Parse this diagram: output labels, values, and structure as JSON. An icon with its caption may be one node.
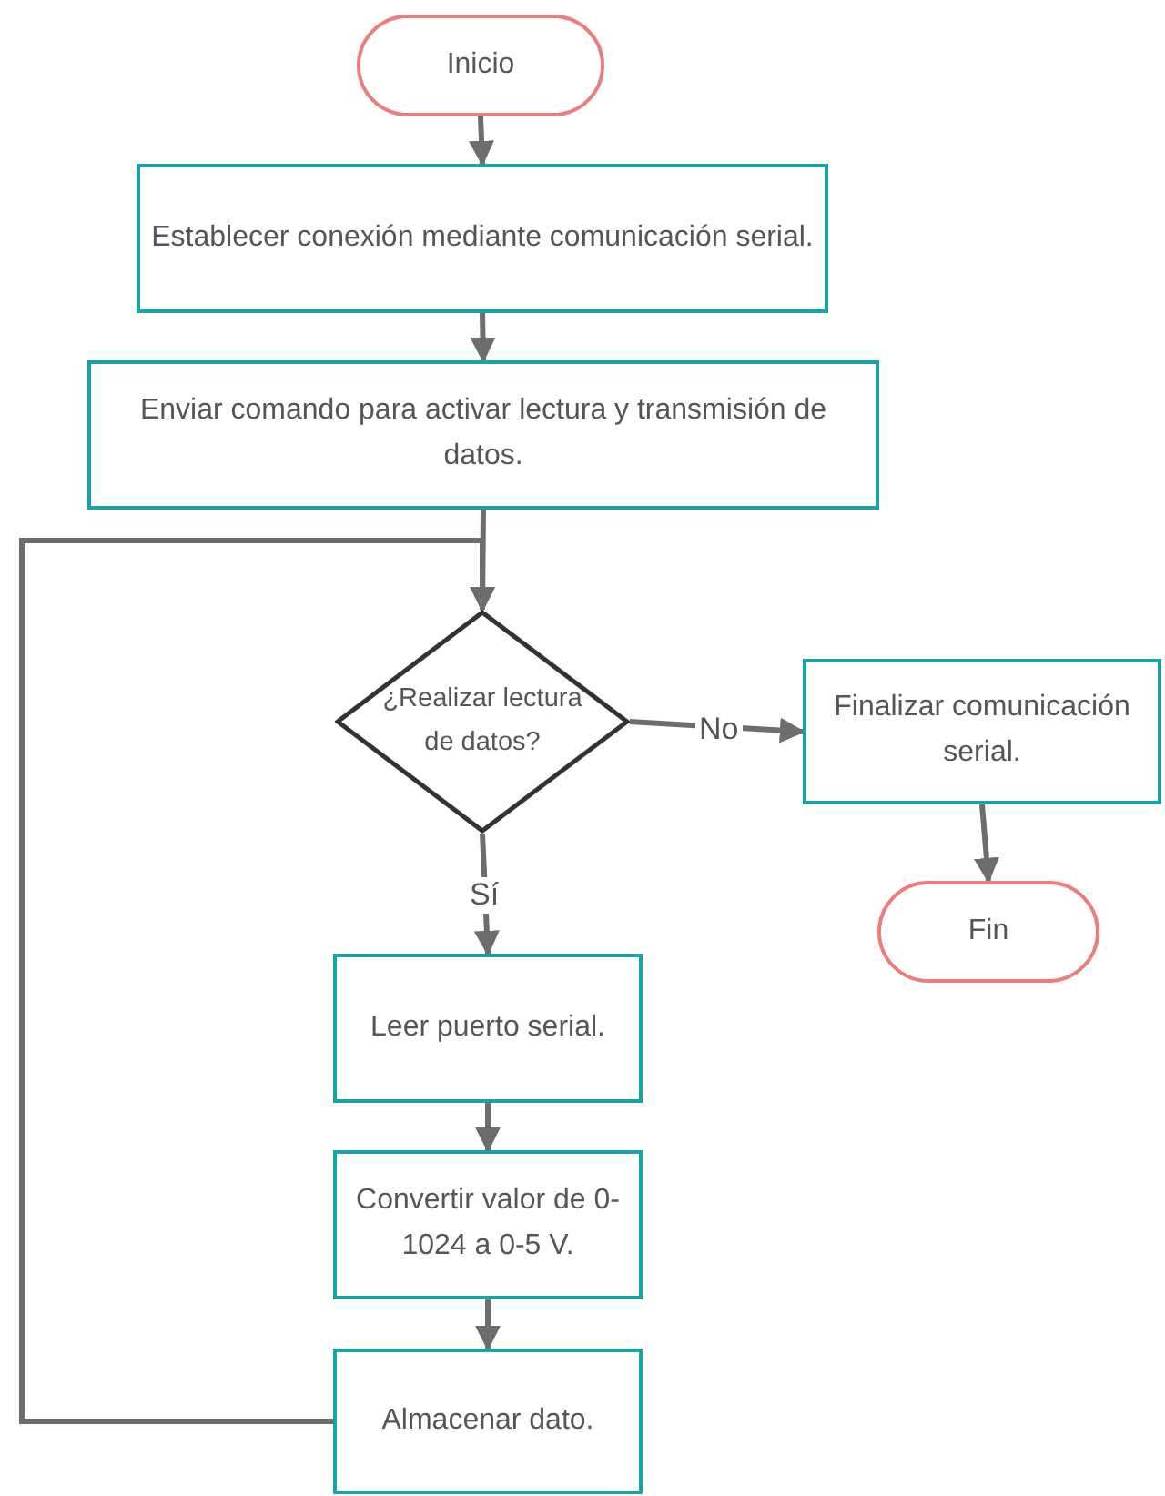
{
  "diagram": {
    "nodes": [
      {
        "text": [
          "Inicio"
        ]
      },
      {
        "text": [
          "Establecer conexión mediante comunicación serial."
        ]
      },
      {
        "text": [
          "Enviar comando para activar lectura y transmisión de datos."
        ]
      },
      {
        "text": [
          "¿Realizar lectura de datos?"
        ]
      },
      {
        "text": [
          "Finalizar comunicación serial."
        ]
      },
      {
        "text": [
          "Fin"
        ]
      },
      {
        "text": [
          "Leer puerto serial."
        ]
      },
      {
        "text": [
          "Convertir valor de 0-1024 a 0-5 V."
        ]
      },
      {
        "text": [
          "Almacenar dato."
        ]
      }
    ],
    "edges": [
      {
        "from": 0,
        "to": 1,
        "arrow": "to"
      },
      {
        "from": 1,
        "to": 2,
        "arrow": "to"
      },
      {
        "from": 2,
        "to": 3,
        "arrow": "to"
      },
      {
        "from": 3,
        "to": 4,
        "arrow": "to",
        "label": "No"
      },
      {
        "from": 4,
        "to": 5,
        "arrow": "to"
      },
      {
        "from": 3,
        "to": 6,
        "arrow": "to",
        "label": "Sí"
      },
      {
        "from": 6,
        "to": 7,
        "arrow": "to"
      },
      {
        "from": 7,
        "to": 8,
        "arrow": "to"
      },
      {
        "from": 8,
        "to": 3,
        "arrow": "to"
      }
    ]
  }
}
